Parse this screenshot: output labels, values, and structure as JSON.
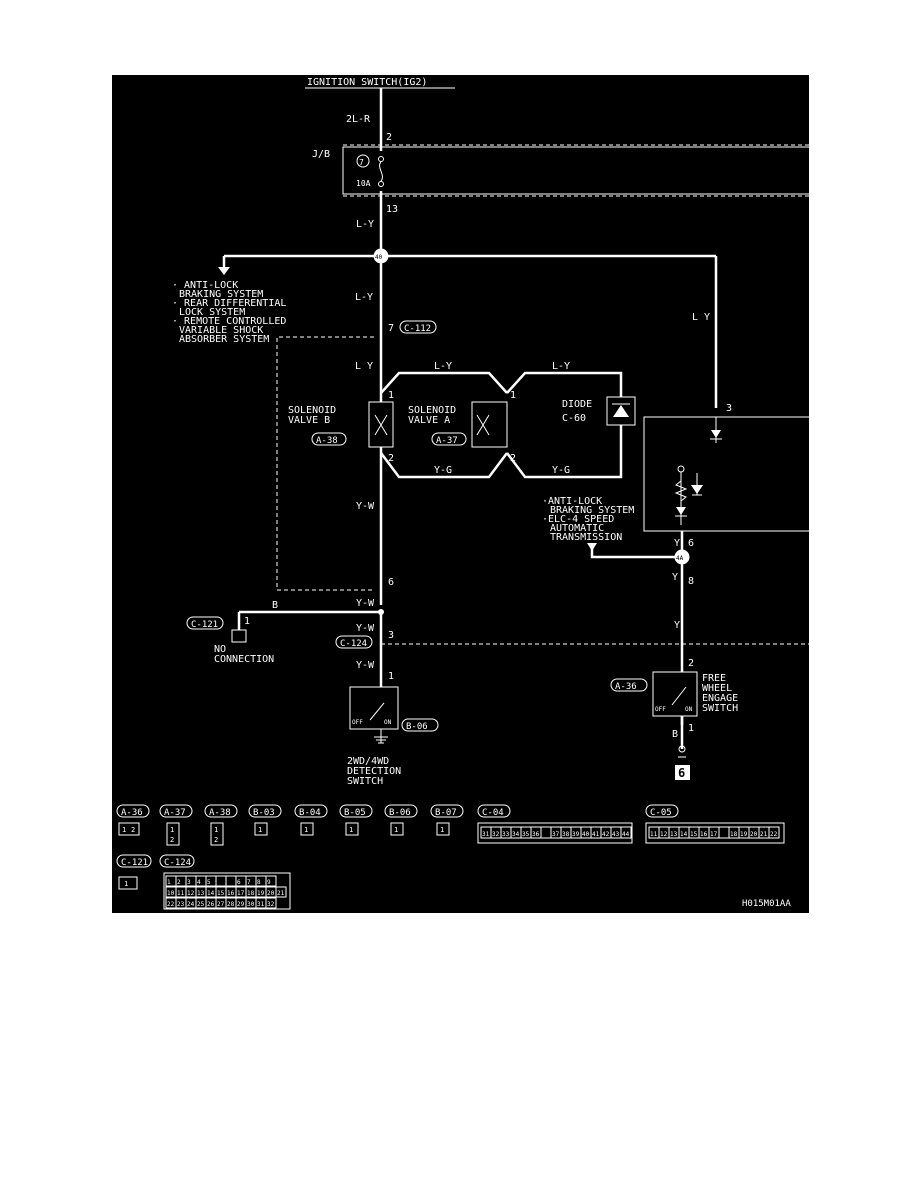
{
  "colors": {
    "background": "#000000",
    "wire": "#ffffff",
    "page": "#ffffff"
  },
  "power_source": "IGNITION SWITCH(IG2)",
  "wires": {
    "w_2l_r": "2L-R",
    "w_l_y_1": "L-Y",
    "w_l_y_2": "L-Y",
    "w_l_y_3": "L Y",
    "w_l_y_4": "L-Y",
    "w_l_y_5": "L-Y",
    "w_l_y_right": "L Y",
    "w_y_g_a": "Y-G",
    "w_y_g_b": "Y-G",
    "w_y_w_1": "Y-W",
    "w_y_w_2": "Y-W",
    "w_y_w_3": "Y-W",
    "w_y_w_4": "Y-W",
    "w_b_1": "B",
    "w_b_2": "B",
    "w_y_1": "Y",
    "w_y_2": "Y",
    "w_y_3": "Y"
  },
  "junction_block": {
    "label": "J/B",
    "fuse_number": "7",
    "fuse_rating": "10A"
  },
  "pins": {
    "p2_top": "2",
    "p13": "13",
    "p7": "7",
    "sb_1": "1",
    "sb_2": "2",
    "sa_1": "1",
    "sa_2": "2",
    "p3_right": "3",
    "p6_left": "6",
    "p3_c124": "3",
    "p1_c121": "1",
    "p1_det": "1",
    "p6_right": "6",
    "p8_right": "8",
    "p2_free": "2",
    "p1_free": "1"
  },
  "junctions": {
    "j40": "40",
    "j4a": "4A"
  },
  "connectors": {
    "c112": "C-112",
    "a38": "A-38",
    "a37": "A-37",
    "c60": "C-60",
    "c121": "C-121",
    "c124": "C-124",
    "b06": "B-06",
    "a36": "A-36"
  },
  "components": {
    "solenoid_b": [
      "SOLENOID",
      "VALVE B"
    ],
    "solenoid_a": [
      "SOLENOID",
      "VALVE A"
    ],
    "diode": "DIODE",
    "no_connection": [
      "NO",
      "CONNECTION"
    ],
    "detection_switch": [
      "2WD/4WD",
      "DETECTION",
      "SWITCH"
    ],
    "free_wheel_switch": [
      "FREE",
      "WHEEL",
      "ENGAGE",
      "SWITCH"
    ],
    "switch_off": "OFF",
    "switch_on": "ON",
    "ground_ref": "6"
  },
  "notes": {
    "left_systems": [
      "· ANTI-LOCK",
      "BRAKING SYSTEM",
      "· REAR DIFFERENTIAL",
      "LOCK SYSTEM",
      "· REMOTE CONTROLLED",
      "VARIABLE SHOCK",
      "ABSORBER SYSTEM"
    ],
    "right_systems": [
      "·ANTI-LOCK",
      "BRAKING SYSTEM",
      "·ELC-4 SPEED",
      "AUTOMATIC",
      "TRANSMISSION"
    ]
  },
  "connector_legend": {
    "row1": [
      "A-36",
      "A-37",
      "A-38",
      "B-03",
      "B-04",
      "B-05",
      "B-06",
      "B-07",
      "C-04",
      "C-05"
    ],
    "row2": [
      "C-121",
      "C-124"
    ],
    "c04_pins": [
      "31",
      "32",
      "33",
      "34",
      "35",
      "36",
      "",
      "37",
      "38",
      "39",
      "40",
      "41",
      "42",
      "43",
      "44"
    ],
    "c05_pins": [
      "11",
      "12",
      "13",
      "14",
      "15",
      "16",
      "17",
      "",
      "18",
      "19",
      "20",
      "21",
      "22"
    ],
    "c124_pins": [
      [
        "1",
        "2",
        "3",
        "4",
        "5",
        "",
        "",
        "6",
        "7",
        "8",
        "9"
      ],
      [
        "10",
        "11",
        "12",
        "13",
        "14",
        "15",
        "16",
        "17",
        "18",
        "19",
        "20",
        "21"
      ],
      [
        "22",
        "23",
        "24",
        "25",
        "26",
        "27",
        "28",
        "29",
        "30",
        "31",
        "32"
      ]
    ],
    "single_pin": "1",
    "dual_pins": [
      "1",
      "2"
    ]
  },
  "figure_code": "H015M01AA"
}
